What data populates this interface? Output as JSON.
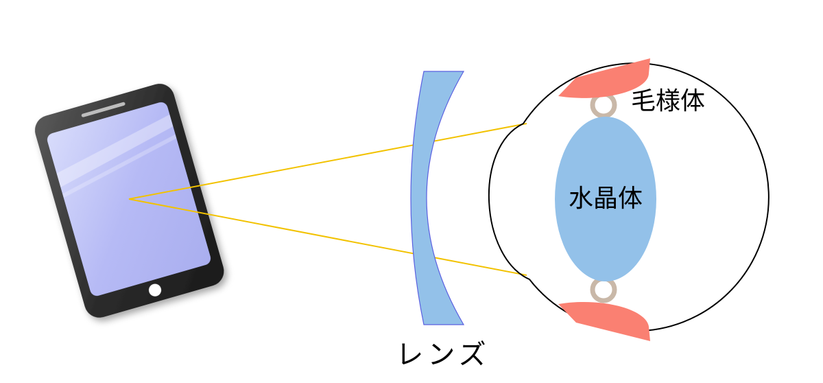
{
  "diagram": {
    "labels": {
      "ciliary_body": "毛様体",
      "crystalline_lens": "水晶体",
      "lens": "レンズ"
    },
    "colors": {
      "background": "#ffffff",
      "phone_body": "#3a3a3a",
      "phone_screen": "#b4b8f4",
      "concave_lens_fill": "#93c1e9",
      "concave_lens_stroke": "#5a5fe0",
      "crystalline_lens_fill": "#93c1e9",
      "ciliary_muscle": "#fa8072",
      "zonule": "#c9b8a8",
      "light_ray": "#f2c200",
      "eye_outline": "#000000"
    },
    "icons": [
      "smartphone-icon"
    ]
  }
}
